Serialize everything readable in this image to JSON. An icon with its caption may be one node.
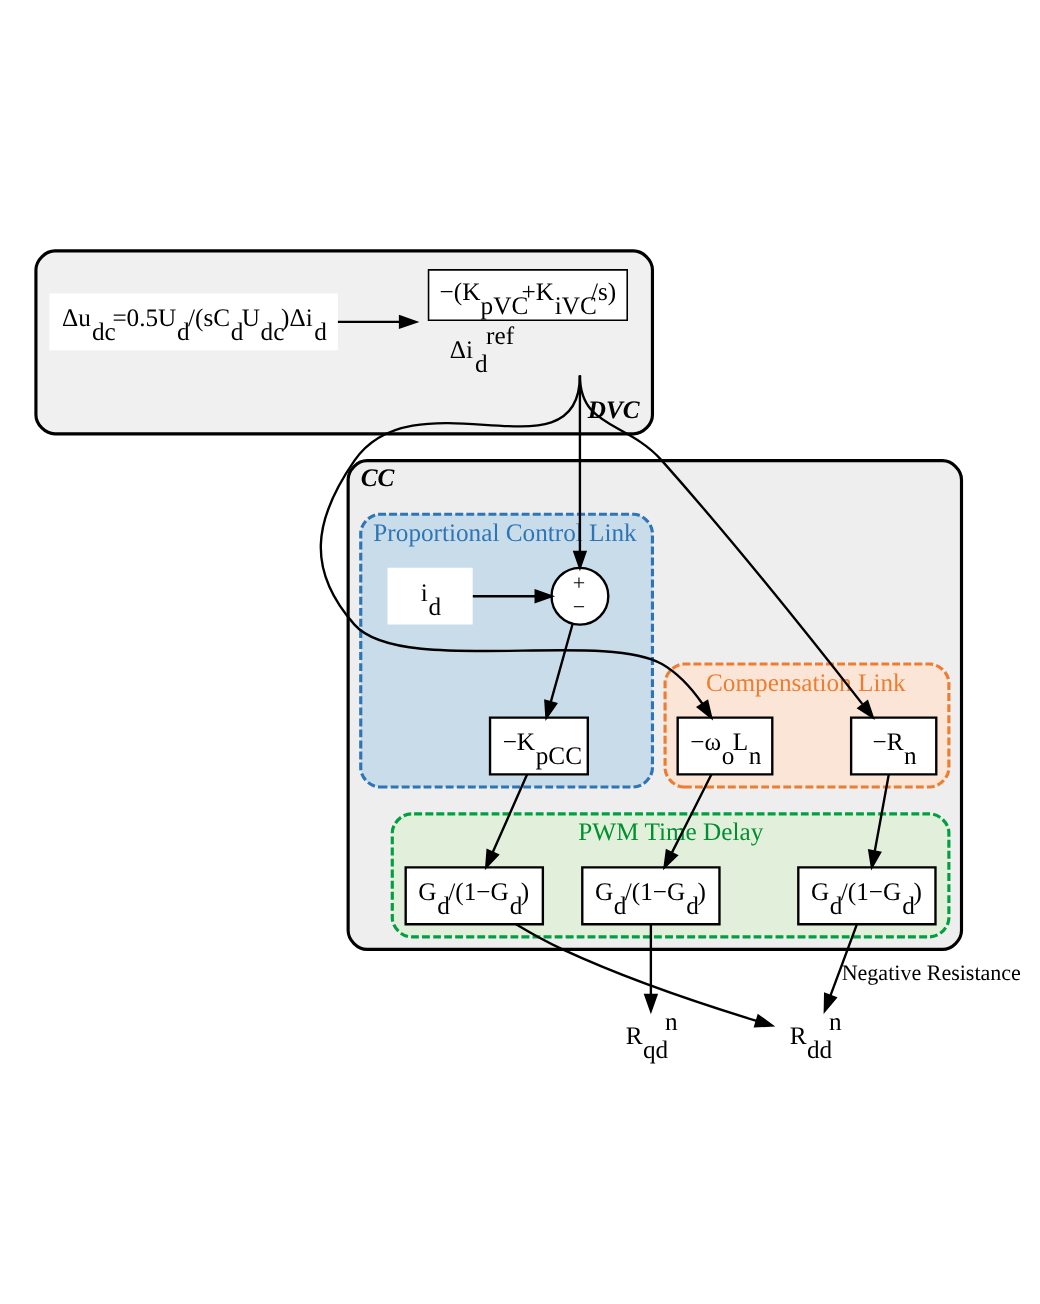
{
  "diagram": {
    "nodes": [
      {
        "text": [
          "DVC"
        ]
      },
      {
        "text": [
          "−(K$_{pVC}$+K$_{iVC}$/s)"
        ],
        "in": 0,
        "beside": [
          "Δi$_{d}$$^{ref}$"
        ]
      },
      {
        "text": [
          "Δu$_{dc}$=0.5U$_{d}$/(sC$_{d}$U$_{dc}$)Δi$_{d}$"
        ],
        "in": 0
      },
      {
        "text": [
          "CC"
        ]
      },
      {
        "text": [
          "Compensation Link"
        ],
        "in": 3
      },
      {
        "text": [
          "−ω$_{o}$L$_{n}$"
        ],
        "in": 4
      },
      {
        "text": [
          "−R$_{n}$"
        ],
        "in": 4
      },
      {
        "text": [
          "Proportional Control Link"
        ],
        "in": 3
      },
      {
        "text": [
          "+",
          "−"
        ],
        "in": 7
      },
      {
        "text": [
          "i$_{d}$"
        ],
        "in": 7
      },
      {
        "text": [
          "−K$_{pCC}$"
        ],
        "in": 7
      },
      {
        "text": [
          "PWM Time Delay"
        ],
        "in": 3
      },
      {
        "text": [
          "G$_{d}$/(1−G$_{d}$)"
        ],
        "in": 11
      },
      {
        "text": [
          "G$_{d}$/(1−G$_{d}$)"
        ],
        "in": 11
      },
      {
        "text": [
          "G$_{d}$/(1−G$_{d}$)"
        ],
        "in": 11
      },
      {
        "text": [
          "R$_{qd}$$^{n}$"
        ]
      },
      {
        "text": [
          "R$_{dd}$$^{n}$"
        ]
      }
    ],
    "edges": [
      {
        "from": 2,
        "to": 1,
        "arrow": "to"
      },
      {
        "from": 1,
        "to": 5,
        "arrow": "to"
      },
      {
        "from": 1,
        "to": 6,
        "arrow": "to"
      },
      {
        "from": 1,
        "to": 8,
        "arrow": "to"
      },
      {
        "from": 9,
        "to": 8,
        "arrow": "to"
      },
      {
        "from": 8,
        "to": 10,
        "arrow": "to"
      },
      {
        "from": 5,
        "to": 12,
        "arrow": "to"
      },
      {
        "from": 6,
        "to": 13,
        "arrow": "to"
      },
      {
        "from": 10,
        "to": 14,
        "arrow": "to"
      },
      {
        "from": 12,
        "to": 15,
        "arrow": "to"
      },
      {
        "from": 13,
        "to": 16,
        "arrow": "to",
        "label": "Negative Resistance"
      },
      {
        "from": 14,
        "to": 16,
        "arrow": "to"
      }
    ]
  }
}
